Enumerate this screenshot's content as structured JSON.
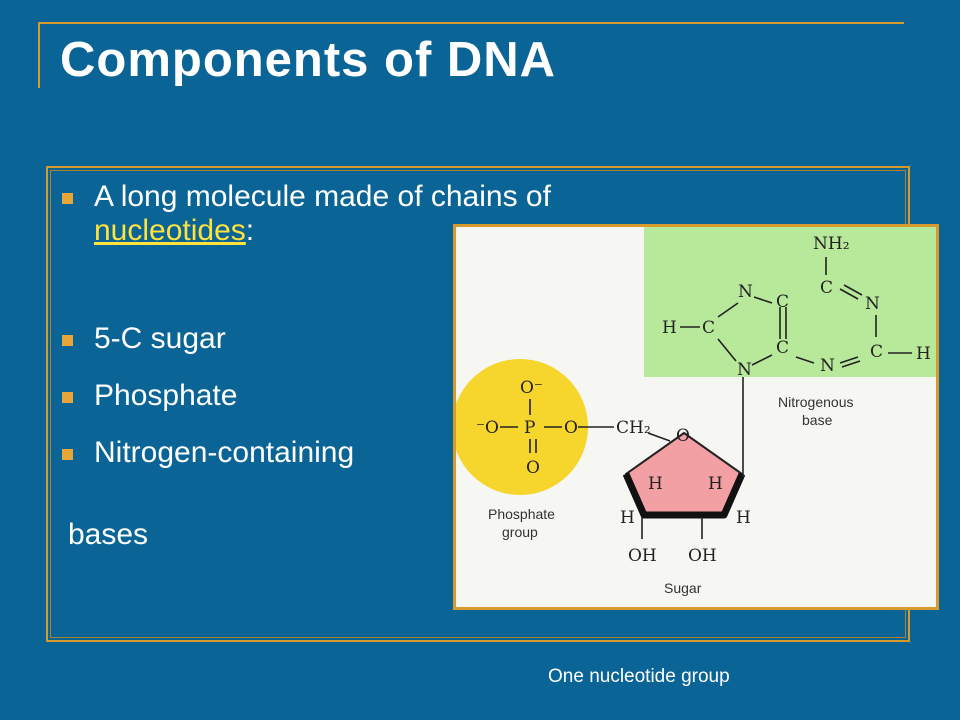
{
  "slide": {
    "title": "Components of DNA",
    "bullets": {
      "b1_text": "A long molecule made of chains of",
      "b1_link": "nucleotides",
      "b1_suffix": ":",
      "b2": "5-C sugar",
      "b3": "Phosphate",
      "b4": "Nitrogen-containing",
      "b4_cont": "bases"
    },
    "caption": "One nucleotide group"
  },
  "figure": {
    "labels": {
      "nitrogenous_base_1": "Nitrogenous",
      "nitrogenous_base_2": "base",
      "phosphate_1": "Phosphate",
      "phosphate_2": "group",
      "sugar": "Sugar"
    },
    "atoms": {
      "nh2": "NH₂",
      "c": "C",
      "n": "N",
      "h": "H",
      "o": "O",
      "o_minus": "O⁻",
      "minus_o": "⁻O",
      "p": "P",
      "ch2": "CH₂",
      "oh": "OH"
    },
    "colors": {
      "base_bg": "#b8e89a",
      "phosphate_circle": "#f6d62c",
      "sugar_fill": "#f3a0a4",
      "accent_border": "#d79a2c",
      "slide_bg": "#0a6496",
      "link": "#ffe23c"
    }
  }
}
